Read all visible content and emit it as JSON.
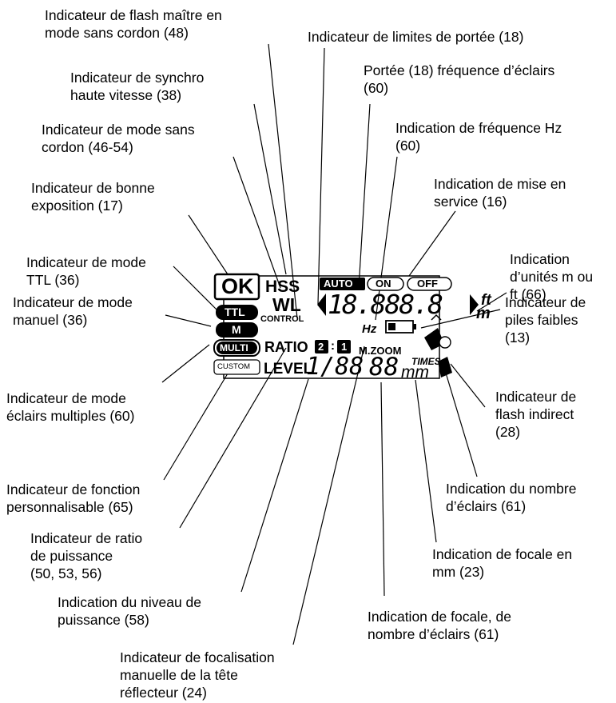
{
  "labels": {
    "master_flash": "Indicateur de flash maître en\nmode sans cordon (48)",
    "range_limits": "Indicateur de limites de portée (18)",
    "range_freq": "Portée (18) fréquence d’éclairs\n(60)",
    "hss": "Indicateur de synchro\nhaute vitesse (38)",
    "hz_freq": "Indication de fréquence Hz\n(60)",
    "wireless_mode": "Indicateur de mode sans\ncordon (46-54)",
    "power_on": "Indication de mise en\nservice (16)",
    "good_exposure": "Indicateur de bonne\nexposition (17)",
    "units": "Indication\nd’unités m ou\nft (66)",
    "ttl_mode": "Indicateur de mode\nTTL (36)",
    "low_battery": "Indicateur de\npiles faibles\n(13)",
    "manual_mode": "Indicateur de mode\nmanuel (36)",
    "bounce": "Indicateur de\nflash indirect\n(28)",
    "multi_mode": "Indicateur de mode\néclairs multiples (60)",
    "custom_func": "Indicateur de fonction\npersonnalisable (65)",
    "flash_count": "Indication du nombre\nd’éclairs (61)",
    "power_ratio": "Indicateur de ratio\nde puissance\n(50, 53, 56)",
    "focal_mm": "Indication de focale en\nmm (23)",
    "power_level": "Indication du niveau de\npuissance (58)",
    "focal_count": "Indication de focale, de\nnombre d’éclairs (61)",
    "manual_zoom": "Indicateur de focalisation\nmanuelle de la tête\nréflecteur (24)"
  },
  "lcd": {
    "ok": "OK",
    "hss": "HSS",
    "auto": "AUTO",
    "on": "ON",
    "off": "OFF",
    "wl": "WL",
    "control": "CONTROL",
    "ttl": "TTL",
    "m": "M",
    "multi": "MULTI",
    "custom": "CUSTOM",
    "ratio": "RATIO",
    "ratio_a": "2",
    "ratio_colon": ":",
    "ratio_b": "1",
    "level": "LEVEL",
    "level_digits": "1/88",
    "main_digits": "18.888.8",
    "ft": "ft",
    "m_unit": "m",
    "hz": "Hz",
    "mzoom": "M.ZOOM",
    "times": "TIMES",
    "small_digits": "88",
    "mm": "mm"
  },
  "colors": {
    "ink": "#000000",
    "paper": "#ffffff"
  }
}
